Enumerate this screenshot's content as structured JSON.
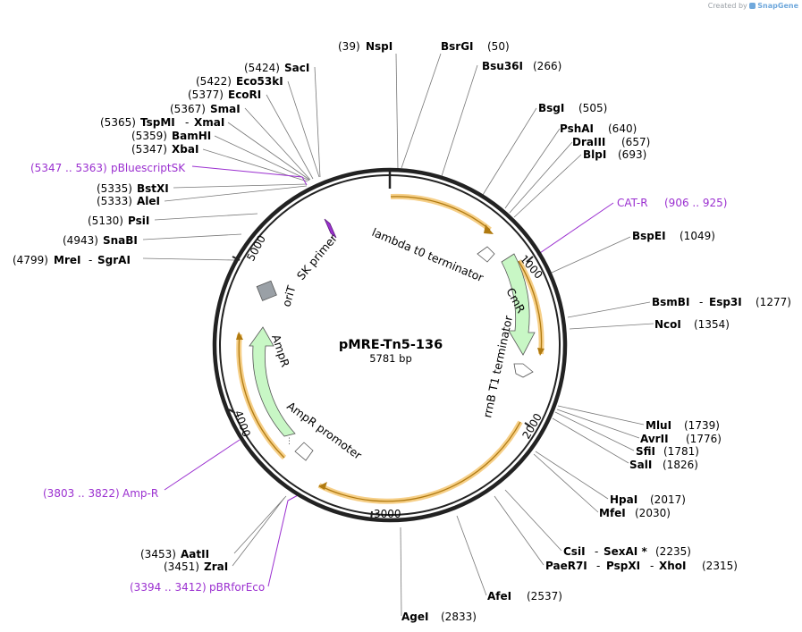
{
  "credit": {
    "prefix": "Created by",
    "brand": "SnapGene"
  },
  "plasmid": {
    "name": "pMRE-Tn5-136",
    "length": "5781 bp"
  },
  "colors": {
    "backbone": "#222222",
    "primer": "#9b30d0",
    "feature_fill": "#c8f7c5",
    "orf_highlight": "#f6cf87",
    "origin": "#9aa0a6",
    "leader_line": "#777777"
  },
  "ticks": [
    "1000",
    "2000",
    "3000",
    "4000",
    "5000"
  ],
  "features": {
    "lambda": "lambda t0 terminator",
    "cmr": "CmR",
    "rrnb": "rrnB T1 terminator",
    "ampr": "AmpR",
    "ampr_promoter": "AmpR promoter",
    "orit": "oriT",
    "sk_primer": "SK primer"
  },
  "enzymes": {
    "nspi": {
      "pos": "(39)",
      "name": "NspI"
    },
    "bsrgi": {
      "name": "BsrGI",
      "pos": "(50)"
    },
    "bsu36i": {
      "name": "Bsu36I",
      "pos": "(266)"
    },
    "bsgi": {
      "name": "BsgI",
      "pos": "(505)"
    },
    "pshai": {
      "name": "PshAI",
      "pos": "(640)"
    },
    "draiii": {
      "name": "DraIII",
      "pos": "(657)"
    },
    "blpi": {
      "name": "BlpI",
      "pos": "(693)"
    },
    "bspei": {
      "name": "BspEI",
      "pos": "(1049)"
    },
    "bsmbi": {
      "name": "BsmBI",
      "sep": "-",
      "name2": "Esp3I",
      "pos": "(1277)"
    },
    "ncoi": {
      "name": "NcoI",
      "pos": "(1354)"
    },
    "mlui": {
      "name": "MluI",
      "pos": "(1739)"
    },
    "avrii": {
      "name": "AvrII",
      "pos": "(1776)"
    },
    "sfii": {
      "name": "SfiI",
      "pos": "(1781)"
    },
    "sali": {
      "name": "SalI",
      "pos": "(1826)"
    },
    "hpai": {
      "name": "HpaI",
      "pos": "(2017)"
    },
    "mfei": {
      "name": "MfeI",
      "pos": "(2030)"
    },
    "csii": {
      "name": "CsiI",
      "sep": "-",
      "name2": "SexAI *",
      "pos": "(2235)"
    },
    "paer7i": {
      "name": "PaeR7I",
      "sep": "-",
      "name2": "PspXI",
      "sep2": "-",
      "name3": "XhoI",
      "pos": "(2315)"
    },
    "afei": {
      "name": "AfeI",
      "pos": "(2537)"
    },
    "agei": {
      "name": "AgeI",
      "pos": "(2833)"
    },
    "aatii": {
      "pos": "(3453)",
      "name": "AatII"
    },
    "zrai": {
      "pos": "(3451)",
      "name": "ZraI"
    },
    "sgrai": {
      "pos": "(4799)",
      "name": "MreI",
      "sep": "-",
      "name2": "SgrAI"
    },
    "snabi": {
      "pos": "(4943)",
      "name": "SnaBI"
    },
    "psii": {
      "pos": "(5130)",
      "name": "PsiI"
    },
    "alei": {
      "pos": "(5333)",
      "name": "AleI"
    },
    "bstxi": {
      "pos": "(5335)",
      "name": "BstXI"
    },
    "xbai": {
      "pos": "(5347)",
      "name": "XbaI"
    },
    "bamhi": {
      "pos": "(5359)",
      "name": "BamHI"
    },
    "tspmi": {
      "pos": "(5365)",
      "name": "TspMI",
      "sep": "-",
      "name2": "XmaI"
    },
    "smai": {
      "pos": "(5367)",
      "name": "SmaI"
    },
    "ecori": {
      "pos": "(5377)",
      "name": "EcoRI"
    },
    "eco53ki": {
      "pos": "(5422)",
      "name": "Eco53kI"
    },
    "saci": {
      "pos": "(5424)",
      "name": "SacI"
    }
  },
  "primers": {
    "catr": {
      "name": "CAT-R",
      "range": "(906 .. 925)"
    },
    "ampr": {
      "range": "(3803 .. 3822)",
      "name": "Amp-R"
    },
    "pbrfor": {
      "range": "(3394 .. 3412)",
      "name": "pBRforEco"
    },
    "pbluescriptsk": {
      "range": "(5347 .. 5363)",
      "name": "pBluescriptSK"
    }
  }
}
